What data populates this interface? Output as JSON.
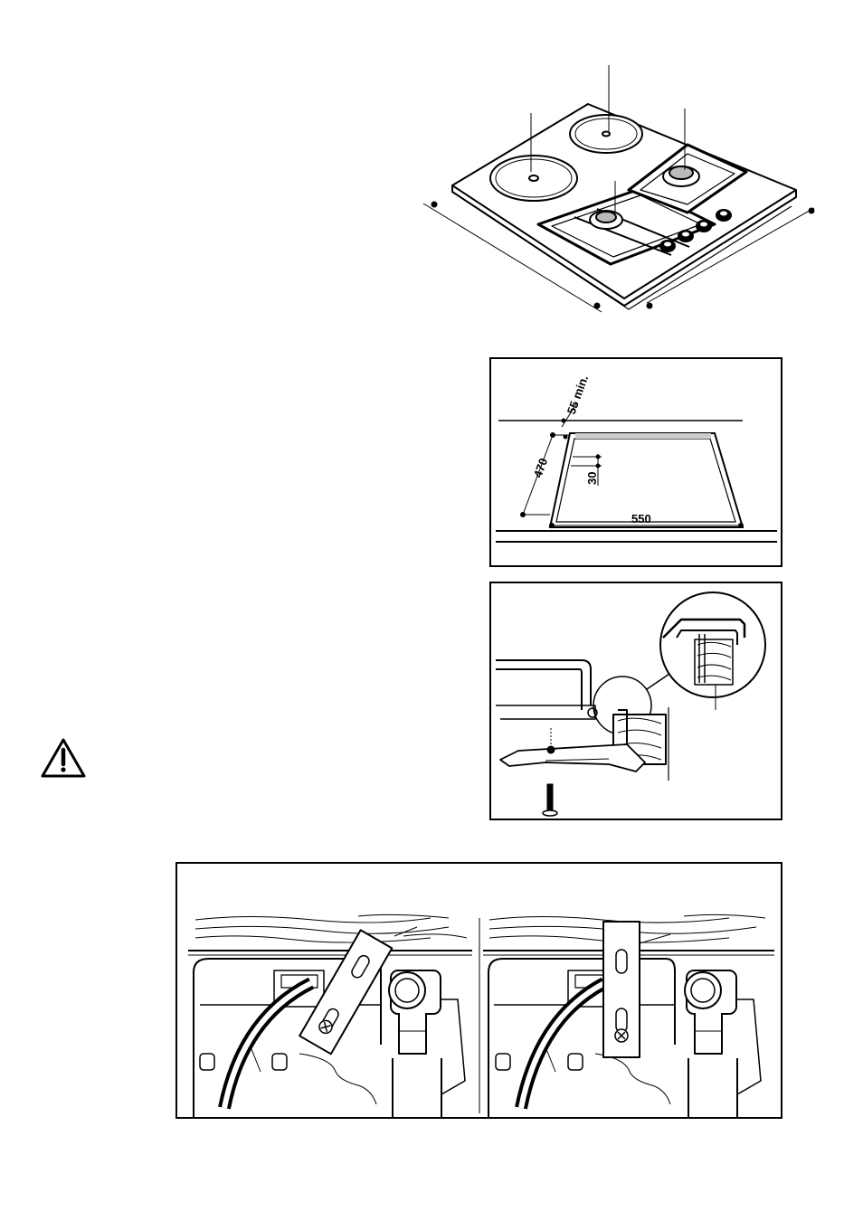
{
  "figures": {
    "hob": {},
    "cutout": {
      "labels": {
        "min_clearance": "55 min.",
        "depth": "470",
        "edge": "30",
        "width": "550"
      }
    },
    "clamp": {},
    "warning": {},
    "bracket": {}
  }
}
